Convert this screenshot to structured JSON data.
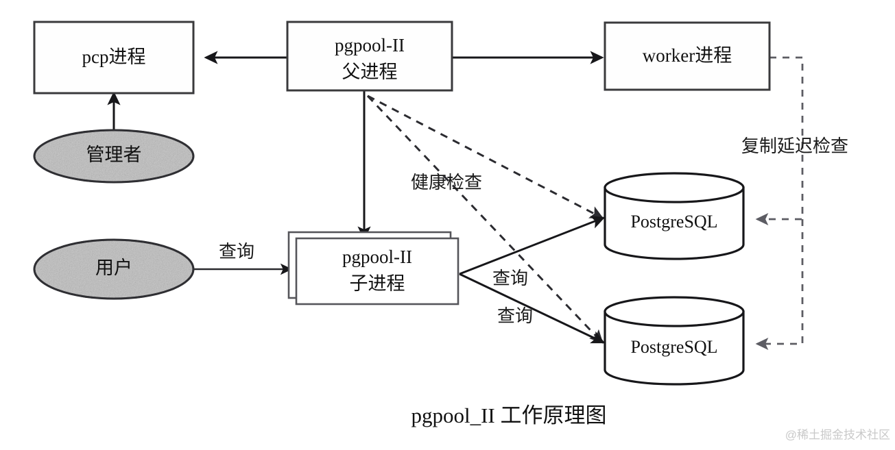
{
  "diagram": {
    "title": "pgpool_II 工作原理图",
    "watermark": "@稀土掘金技术社区",
    "background_color": "#ffffff",
    "stroke_color": "#17171a",
    "ellipse_fill_color": "#bdbdbd",
    "nodes": {
      "pcp_process": {
        "label": "pcp进程",
        "shape": "rectangle"
      },
      "parent_process": {
        "label_line1": "pgpool-II",
        "label_line2": "父进程",
        "shape": "rectangle"
      },
      "worker_process": {
        "label": "worker进程",
        "shape": "rectangle"
      },
      "admin": {
        "label": "管理者",
        "shape": "ellipse"
      },
      "user": {
        "label": "用户",
        "shape": "ellipse"
      },
      "child_process": {
        "label_line1": "pgpool-II",
        "label_line2": "子进程",
        "shape": "stacked-rectangle"
      },
      "database_primary": {
        "label": "PostgreSQL",
        "shape": "cylinder"
      },
      "database_standby": {
        "label": "PostgreSQL",
        "shape": "cylinder"
      }
    },
    "edge_labels": {
      "health_check": "健康检查",
      "replication_delay_check": "复制延迟检查",
      "query_user": "查询",
      "query_primary": "查询",
      "query_standby": "查询"
    }
  }
}
